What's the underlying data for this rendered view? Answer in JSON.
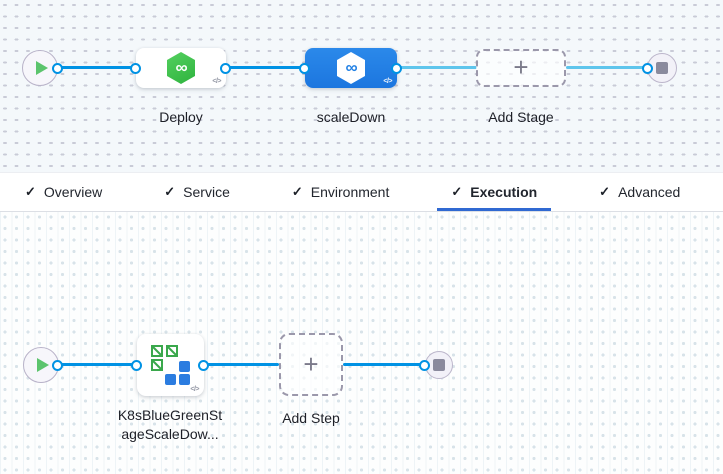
{
  "pipeline": {
    "stages": {
      "deploy": {
        "label": "Deploy"
      },
      "scale_down": {
        "label": "scaleDown",
        "selected": true
      },
      "add_stage": {
        "label": "Add Stage",
        "plus": "+"
      }
    }
  },
  "tabs": {
    "check": "✓",
    "items": [
      {
        "label": "Overview",
        "checked": true,
        "active": false
      },
      {
        "label": "Service",
        "checked": true,
        "active": false
      },
      {
        "label": "Environment",
        "checked": true,
        "active": false
      },
      {
        "label": "Execution",
        "checked": true,
        "active": true
      },
      {
        "label": "Advanced",
        "checked": true,
        "active": false
      }
    ]
  },
  "execution": {
    "step": {
      "label_line1": "K8sBlueGreenSt",
      "label_line2": "ageScaleDow..."
    },
    "add_step": {
      "label": "Add Step",
      "plus": "+"
    }
  },
  "icons": {
    "code": "</>",
    "infinity": "∞"
  },
  "colors": {
    "edge_strong": "#0092e4",
    "edge_light": "#5ec5ec",
    "selected_stage_blue": "#2180e4",
    "cd_green": "#3fc14b",
    "tab_underline": "#3069d2",
    "canvas_top_bg": "#f4f8fb"
  }
}
